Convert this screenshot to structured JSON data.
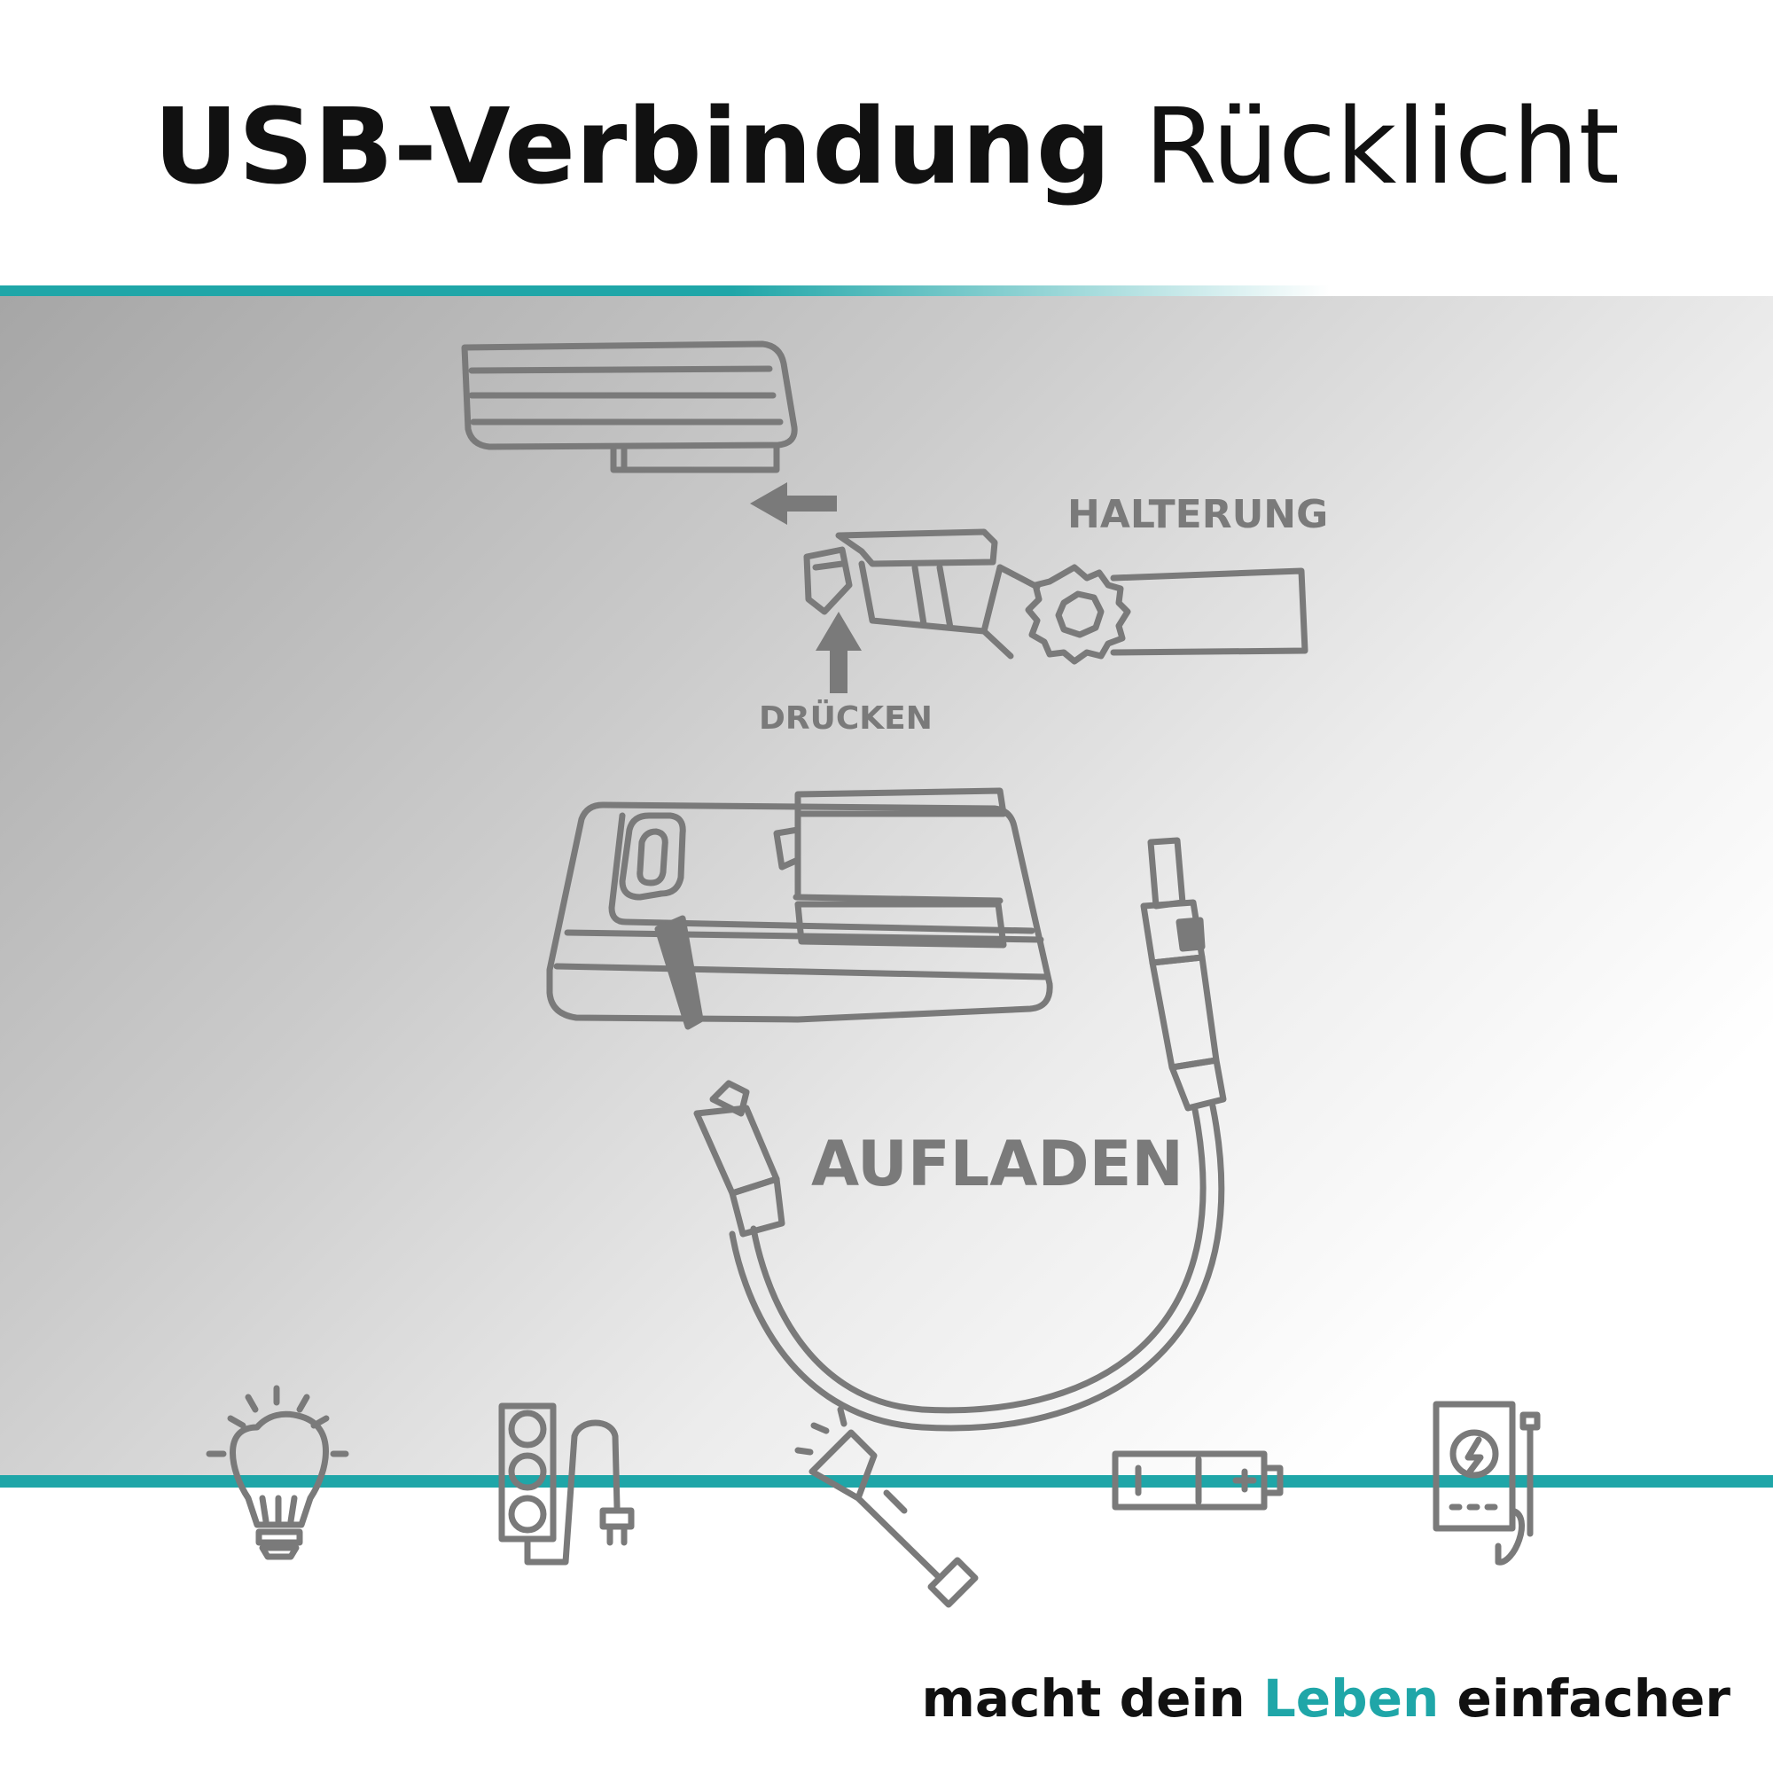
{
  "title": {
    "bold": "USB-Verbindung",
    "light": "Rücklicht"
  },
  "labels": {
    "halterung": "HALTERUNG",
    "druecken": "DRÜCKEN",
    "aufladen": "AUFLADEN"
  },
  "tagline": {
    "prefix": "macht dein",
    "highlight": "Leben",
    "suffix": "einfacher"
  },
  "icons": [
    "light-bulb-icon",
    "power-strip-icon",
    "flashlight-icon",
    "battery-icon",
    "power-bank-icon"
  ],
  "colors": {
    "accent": "#1fa6a8",
    "line_art": "#7a7a7a",
    "text": "#111111"
  }
}
